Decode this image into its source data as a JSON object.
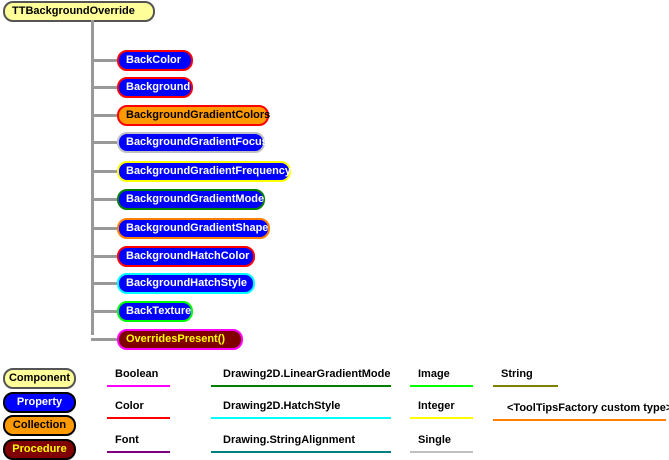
{
  "colors": {
    "component": "#ffff99",
    "property": "#0000ff",
    "collection": "#ff9900",
    "procedure": "#800000",
    "connector": "#999999"
  },
  "root": {
    "label": "TTBackgroundOverride"
  },
  "members": [
    {
      "label": "BackColor",
      "kind": "property",
      "type": "Color",
      "border": "#ff0000"
    },
    {
      "label": "Background",
      "kind": "property",
      "type": "Color",
      "border": "#ff0000"
    },
    {
      "label": "BackgroundGradientColors",
      "kind": "collection",
      "type": "Color",
      "border": "#ff0000"
    },
    {
      "label": "BackgroundGradientFocus",
      "kind": "property",
      "type": "Single",
      "border": "#c0c0c0"
    },
    {
      "label": "BackgroundGradientFrequency",
      "kind": "property",
      "type": "Integer",
      "border": "#ffff00"
    },
    {
      "label": "BackgroundGradientMode",
      "kind": "property",
      "type": "Drawing2D.LinearGradientMode",
      "border": "#008000"
    },
    {
      "label": "BackgroundGradientShape",
      "kind": "property",
      "type": "<ToolTipsFactory custom type>",
      "border": "#ff8000"
    },
    {
      "label": "BackgroundHatchColor",
      "kind": "property",
      "type": "Color",
      "border": "#ff0000"
    },
    {
      "label": "BackgroundHatchStyle",
      "kind": "property",
      "type": "Drawing2D.HatchStyle",
      "border": "#00ffff"
    },
    {
      "label": "BackTexture",
      "kind": "property",
      "type": "Image",
      "border": "#00ff00"
    },
    {
      "label": "OverridesPresent()",
      "kind": "procedure",
      "type": "Boolean",
      "border": "#ff00ff"
    }
  ],
  "legend": {
    "kinds": [
      {
        "label": "Component",
        "kind": "component"
      },
      {
        "label": "Property",
        "kind": "property"
      },
      {
        "label": "Collection",
        "kind": "collection"
      },
      {
        "label": "Procedure",
        "kind": "procedure"
      }
    ],
    "types": [
      {
        "label": "Boolean",
        "color": "#ff00ff"
      },
      {
        "label": "Color",
        "color": "#ff0000"
      },
      {
        "label": "Font",
        "color": "#800080"
      },
      {
        "label": "Drawing2D.LinearGradientMode",
        "color": "#008000"
      },
      {
        "label": "Drawing2D.HatchStyle",
        "color": "#00ffff"
      },
      {
        "label": "Drawing.StringAlignment",
        "color": "#008080"
      },
      {
        "label": "Image",
        "color": "#00ff00"
      },
      {
        "label": "Integer",
        "color": "#ffff00"
      },
      {
        "label": "Single",
        "color": "#c0c0c0"
      },
      {
        "label": "String",
        "color": "#808000"
      },
      {
        "label": "<ToolTipsFactory custom type>",
        "color": "#ff8000"
      }
    ]
  }
}
